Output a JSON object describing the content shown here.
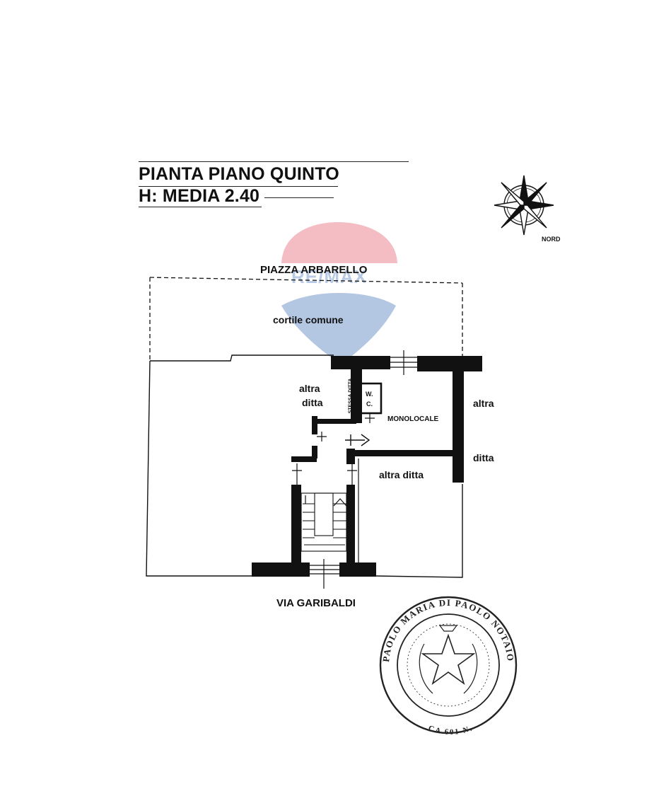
{
  "header": {
    "title": "PIANTA PIANO QUINTO",
    "height_label": "H: MEDIA 2.40"
  },
  "compass": {
    "north_label": "NORD",
    "icon": "compass-rose-icon"
  },
  "watermark": {
    "brand": "RE/MAX",
    "icon": "balloon-logo-icon",
    "colors": [
      "#e25563",
      "#3a6bb5"
    ]
  },
  "plan": {
    "north_street": "PIAZZA ARBARELLO",
    "courtyard": "cortile comune",
    "neighbor_left_line1": "altra",
    "neighbor_left_line2": "ditta",
    "neighbor_right_line1": "altra",
    "neighbor_right_line2": "ditta",
    "neighbor_center": "altra ditta",
    "neighbor_vertical": "STESSA DITTA",
    "main_room": "MONOLOCALE",
    "wc_line1": "W.",
    "wc_line2": "C.",
    "south_street": "VIA GARIBALDI"
  },
  "stamp": {
    "ring_text": "PAOLO MARIA DI PAOLO NOTAIO",
    "ring_text_bottom": "CA 601 N.",
    "icon": "notary-seal-icon"
  }
}
